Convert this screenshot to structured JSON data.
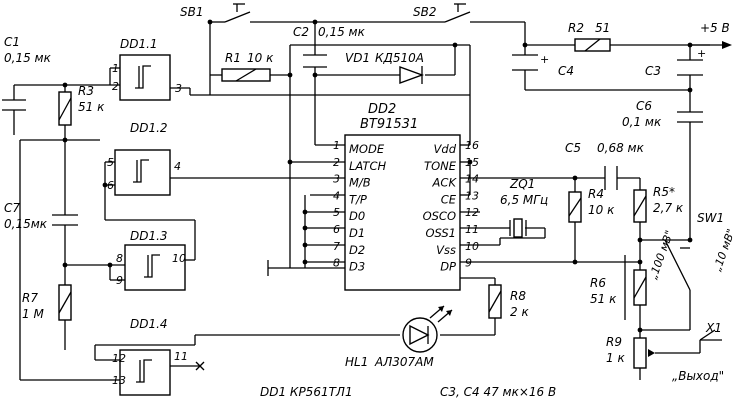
{
  "components": {
    "c1": {
      "ref": "C1",
      "value": "0,15 мк"
    },
    "c2": {
      "ref": "C2",
      "value": "0,15 мк"
    },
    "c3": {
      "ref": "C3"
    },
    "c4": {
      "ref": "C4"
    },
    "c5": {
      "ref": "C5",
      "value": "0,68 мк"
    },
    "c6": {
      "ref": "C6",
      "value": "0,1 мк"
    },
    "c7": {
      "ref": "C7",
      "value": "0,15мк"
    },
    "r1": {
      "ref": "R1",
      "value": "10 к"
    },
    "r2": {
      "ref": "R2",
      "value": "51"
    },
    "r3": {
      "ref": "R3",
      "value": "51 к"
    },
    "r4": {
      "ref": "R4",
      "value": "10 к"
    },
    "r5": {
      "ref": "R5*",
      "value": "2,7 к"
    },
    "r6": {
      "ref": "R6",
      "value": "51 к"
    },
    "r7": {
      "ref": "R7",
      "value": "1 М"
    },
    "r8": {
      "ref": "R8",
      "value": "2 к"
    },
    "r9": {
      "ref": "R9",
      "value": "1 к"
    },
    "vd1": {
      "ref": "VD1",
      "value": "КД510А"
    },
    "hl1": {
      "ref": "HL1",
      "value": "АЛ307АМ"
    },
    "zq1": {
      "ref": "ZQ1",
      "value": "6,5 МГц"
    },
    "sb1": {
      "ref": "SB1"
    },
    "sb2": {
      "ref": "SB2"
    },
    "sw1": {
      "ref": "SW1",
      "pos1": "„100 мВ\"",
      "pos2": "„10 мВ\""
    },
    "x1": {
      "ref": "X1",
      "label": "„Выход\""
    },
    "supply": "+5 В"
  },
  "gates": {
    "dd1_1": {
      "ref": "DD1.1",
      "in1": "1",
      "in2": "2",
      "out": "3"
    },
    "dd1_2": {
      "ref": "DD1.2",
      "in1": "5",
      "in2": "6",
      "out": "4"
    },
    "dd1_3": {
      "ref": "DD1.3",
      "in1": "8",
      "in2": "9",
      "out": "10"
    },
    "dd1_4": {
      "ref": "DD1.4",
      "in1": "12",
      "in2": "13",
      "out": "11"
    }
  },
  "ic": {
    "ref": "DD2",
    "type": "BT91531",
    "left_pins": [
      {
        "num": "1",
        "name": "MODE"
      },
      {
        "num": "2",
        "name": "LATCH"
      },
      {
        "num": "3",
        "name": "M/B"
      },
      {
        "num": "4",
        "name": "T/P"
      },
      {
        "num": "5",
        "name": "D0"
      },
      {
        "num": "6",
        "name": "D1"
      },
      {
        "num": "7",
        "name": "D2"
      },
      {
        "num": "8",
        "name": "D3"
      }
    ],
    "right_pins": [
      {
        "num": "16",
        "name": "Vdd"
      },
      {
        "num": "15",
        "name": "TONE"
      },
      {
        "num": "14",
        "name": "ACK"
      },
      {
        "num": "13",
        "name": "CE"
      },
      {
        "num": "12",
        "name": "OSCO"
      },
      {
        "num": "11",
        "name": "OSS1"
      },
      {
        "num": "10",
        "name": "Vss"
      },
      {
        "num": "9",
        "name": "DP"
      }
    ]
  },
  "notes": {
    "dd1": "DD1  КР561ТЛ1",
    "caps": "С3, С4   47 мк×16 В"
  }
}
